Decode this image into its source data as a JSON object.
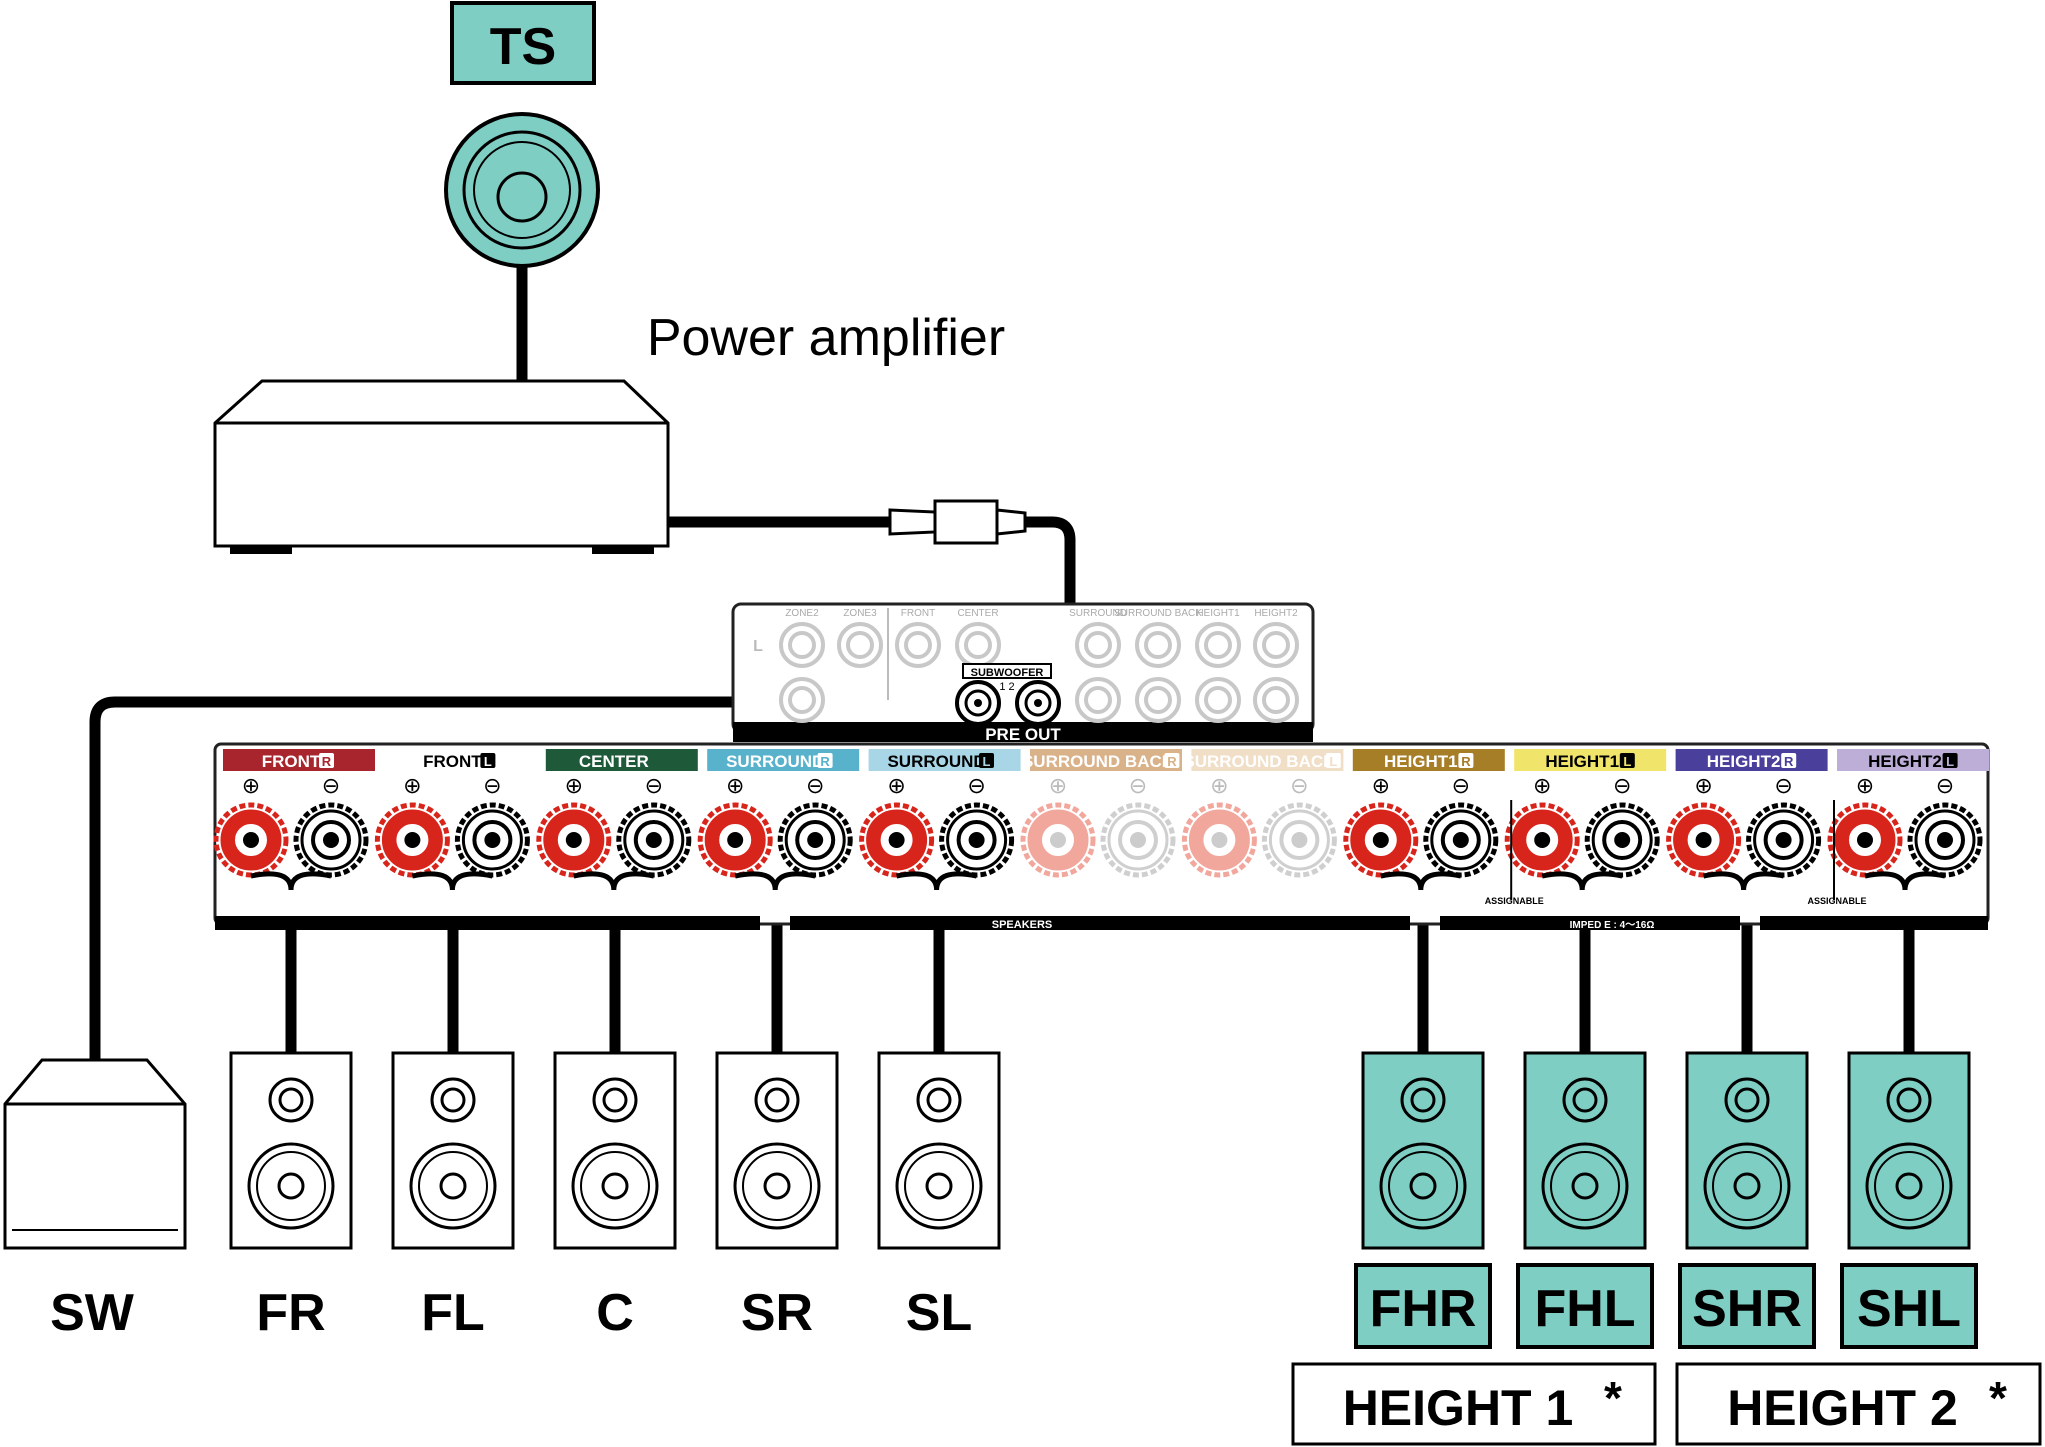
{
  "top_speaker": {
    "label": "TS",
    "color": "#7ecec4"
  },
  "power_amp_label": "Power amplifier",
  "pre_out": {
    "top_labels": [
      "ZONE2",
      "ZONE3",
      "FRONT",
      "CENTER",
      "SURROUND",
      "SURROUND BACK",
      "HEIGHT1",
      "HEIGHT2"
    ],
    "side_label": "L",
    "subwoofer_label": "SUBWOOFER",
    "subwoofer_numbers": "1  2",
    "bottom_label": "PRE OUT"
  },
  "speaker_panel": {
    "terminals": [
      {
        "label": "FRONT",
        "badge": "R",
        "bg": "#a8252e",
        "fg": "#ffffff",
        "active": true
      },
      {
        "label": "FRONT",
        "badge": "L",
        "bg": "#ffffff",
        "fg": "#000000",
        "active": true
      },
      {
        "label": "CENTER",
        "badge": "",
        "bg": "#1e5a3a",
        "fg": "#ffffff",
        "active": true
      },
      {
        "label": "SURROUND",
        "badge": "R",
        "bg": "#58b2cc",
        "fg": "#ffffff",
        "active": true
      },
      {
        "label": "SURROUND",
        "badge": "L",
        "bg": "#a9d6e6",
        "fg": "#000000",
        "active": true
      },
      {
        "label": "SURROUND BACK",
        "badge": "R",
        "bg": "#d9b28a",
        "fg": "#ffffff",
        "active": false
      },
      {
        "label": "SURROUND BACK",
        "badge": "L",
        "bg": "#f1dec6",
        "fg": "#ffffff",
        "active": false
      },
      {
        "label": "HEIGHT1",
        "badge": "R",
        "bg": "#a67e28",
        "fg": "#ffffff",
        "active": true
      },
      {
        "label": "HEIGHT1",
        "badge": "L",
        "bg": "#f0e46a",
        "fg": "#000000",
        "active": true
      },
      {
        "label": "HEIGHT2",
        "badge": "R",
        "bg": "#4a3f9a",
        "fg": "#ffffff",
        "active": true
      },
      {
        "label": "HEIGHT2",
        "badge": "L",
        "bg": "#bcaed6",
        "fg": "#000000",
        "active": true
      }
    ],
    "plus_symbol": "⊕",
    "minus_symbol": "⊖",
    "assignable_label": "ASSIGNABLE",
    "speakers_label": "SPEAKERS",
    "impedance_label": "IMPED     E : 4～16Ω"
  },
  "subwoofer_label": "SW",
  "speakers": [
    {
      "label": "FR",
      "color": "#ffffff",
      "boxed": false
    },
    {
      "label": "FL",
      "color": "#ffffff",
      "boxed": false
    },
    {
      "label": "C",
      "color": "#ffffff",
      "boxed": false
    },
    {
      "label": "SR",
      "color": "#ffffff",
      "boxed": false
    },
    {
      "label": "SL",
      "color": "#ffffff",
      "boxed": false
    },
    {
      "label": "FHR",
      "color": "#7ecec4",
      "boxed": true
    },
    {
      "label": "FHL",
      "color": "#7ecec4",
      "boxed": true
    },
    {
      "label": "SHR",
      "color": "#7ecec4",
      "boxed": true
    },
    {
      "label": "SHL",
      "color": "#7ecec4",
      "boxed": true
    }
  ],
  "height_groups": [
    {
      "label": "HEIGHT 1",
      "asterisk": "*"
    },
    {
      "label": "HEIGHT 2",
      "asterisk": "*"
    }
  ],
  "colors": {
    "terminal_red": "#d8251c",
    "inactive_red": "#f2a79c",
    "inactive_grey": "#cfcfcf",
    "teal": "#7ecec4"
  }
}
